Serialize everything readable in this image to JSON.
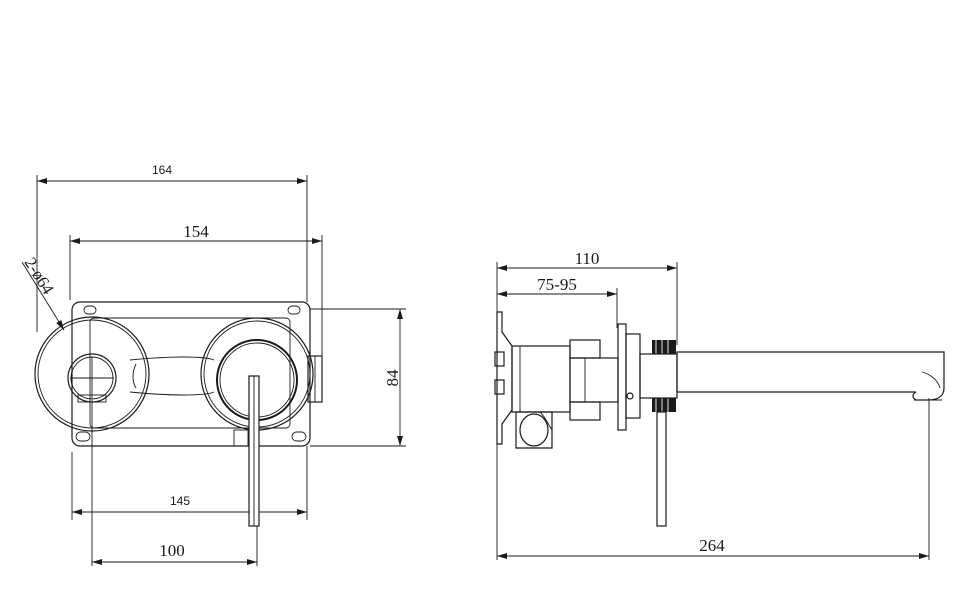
{
  "front_view": {
    "dim_overall_width": "164",
    "dim_plate_width": "154",
    "dim_hole_spec": "2-ø64",
    "dim_height": "84",
    "dim_center_distance": "145",
    "dim_handle_offset": "100"
  },
  "side_view": {
    "dim_spout_projection": "110",
    "dim_wall_range": "75-95",
    "dim_total_length": "264"
  }
}
